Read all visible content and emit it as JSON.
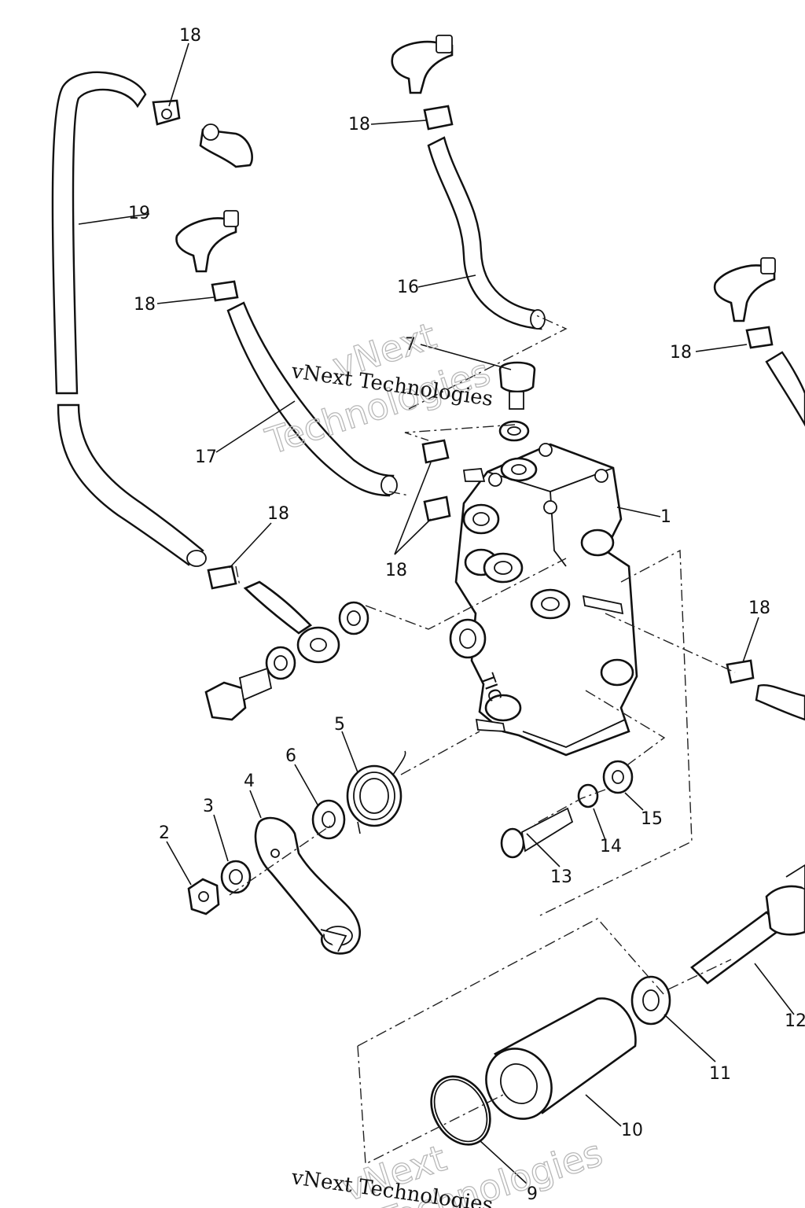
{
  "callouts": {
    "c1": "1",
    "c2": "2",
    "c3": "3",
    "c4": "4",
    "c5": "5",
    "c6": "6",
    "c7": "7",
    "c9": "9",
    "c10": "10",
    "c11": "11",
    "c12": "12",
    "c13": "13",
    "c14": "14",
    "c15": "15",
    "c16": "16",
    "c17": "17",
    "c18": "18",
    "c19": "19"
  },
  "watermark": {
    "line1": "vNext",
    "line2": "Technologies",
    "caption": "vNext Technologies"
  }
}
